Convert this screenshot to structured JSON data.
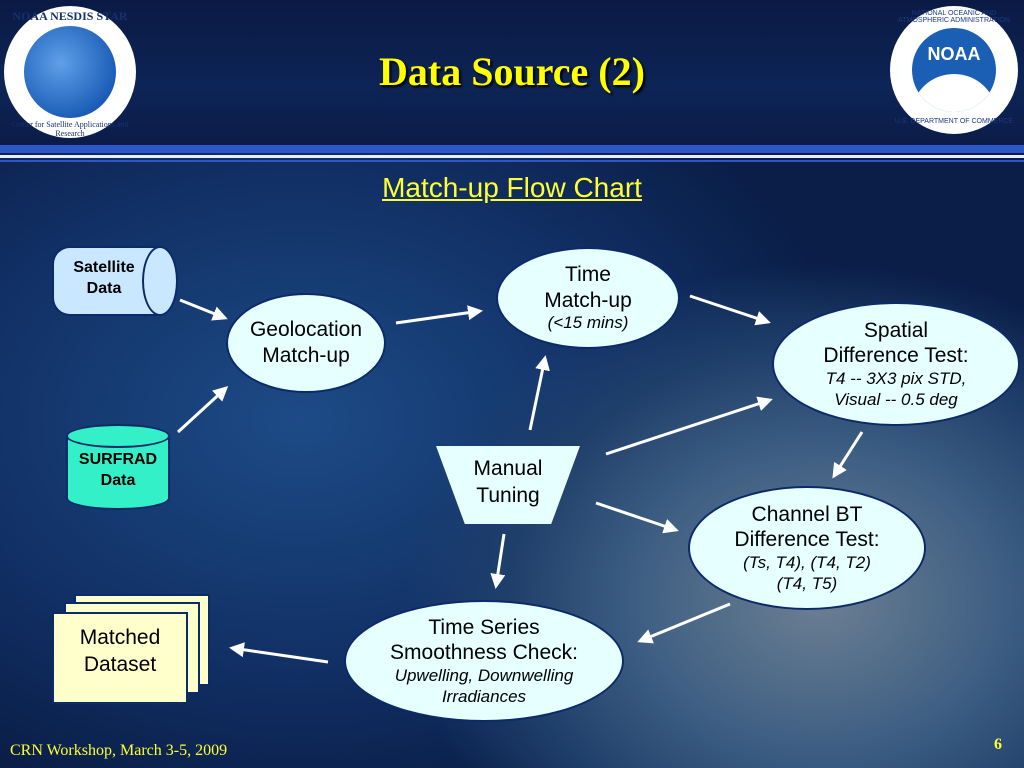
{
  "slide": {
    "title": "Data Source (2)",
    "subtitle": "Match-up Flow Chart",
    "footer": "CRN Workshop, March 3-5, 2009",
    "page_number": "6"
  },
  "logos": {
    "left": {
      "top_text": "NOAA NESDIS STAR",
      "bottom_text": "Center for Satellite Applications and Research"
    },
    "right": {
      "center_text": "NOAA",
      "ring_text_top": "NATIONAL OCEANIC AND ATMOSPHERIC ADMINISTRATION",
      "ring_text_bottom": "U.S. DEPARTMENT OF COMMERCE"
    }
  },
  "nodes": {
    "satellite": {
      "line1": "Satellite",
      "line2": "Data"
    },
    "surfrad": {
      "line1": "SURFRAD",
      "line2": "Data"
    },
    "geolocation": {
      "line1": "Geolocation",
      "line2": "Match-up"
    },
    "time": {
      "line1": "Time",
      "line2": "Match-up",
      "note": "(<15 mins)"
    },
    "spatial": {
      "line1": "Spatial",
      "line2": "Difference Test:",
      "note1": "T4 -- 3X3 pix STD,",
      "note2": "Visual -- 0.5 deg"
    },
    "manual": {
      "line1": "Manual",
      "line2": "Tuning"
    },
    "channel": {
      "line1": "Channel BT",
      "line2": "Difference Test:",
      "note1": "(Ts, T4), (T4, T2)",
      "note2": "(T4, T5)"
    },
    "smooth": {
      "line1": "Time Series",
      "line2": "Smoothness Check:",
      "note1": "Upwelling, Downwelling",
      "note2": "Irradiances"
    },
    "matched": {
      "line1": "Matched",
      "line2": "Dataset"
    }
  },
  "colors": {
    "title": "#ffff00",
    "ellipse_fill": "#e6ffff",
    "satellite_fill": "#c9e7ff",
    "surfrad_fill": "#33f0c8",
    "matched_fill": "#ffffcc",
    "rule": "#2e56c8"
  }
}
